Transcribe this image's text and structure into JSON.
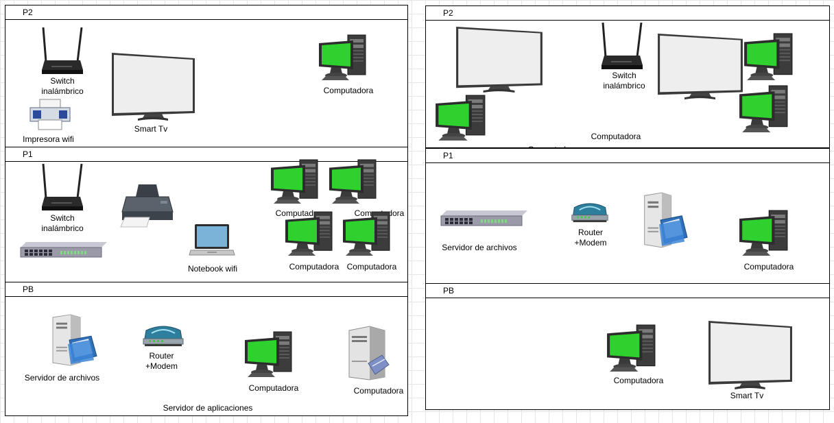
{
  "left": {
    "p2": {
      "title": "P2",
      "switch_label_1": "Switch",
      "switch_label_2": "inalámbrico",
      "printer_label": "Impresora wifi",
      "tv_label": "Smart Tv",
      "computer_label": "Computadora"
    },
    "p1": {
      "title": "P1",
      "switch_label_1": "Switch",
      "switch_label_2": "inalámbrico",
      "notebook_label": "Notebook wifi",
      "computer_labels": [
        "Computadora",
        "Computadora",
        "Computadora",
        "Computadora"
      ]
    },
    "pb": {
      "title": "PB",
      "file_server_label": "Servidor de archivos",
      "router_label_1": "Router",
      "router_label_2": "+Modem",
      "computer_label": "Computadora",
      "server_label": "Computadora",
      "app_server_label": "Servidor de aplicaciones"
    }
  },
  "right": {
    "p2": {
      "title": "P2",
      "switch_label_1": "Switch",
      "switch_label_2": "inalámbrico",
      "computer_label": "Computadora",
      "cut_label": "Computadora"
    },
    "p1": {
      "title": "P1",
      "file_server_label": "Servidor de archivos",
      "router_label_1": "Router",
      "router_label_2": "+Modem",
      "computer_label": "Computadora"
    },
    "pb": {
      "title": "PB",
      "computer_label": "Computadora",
      "tv_label": "Smart Tv"
    }
  }
}
